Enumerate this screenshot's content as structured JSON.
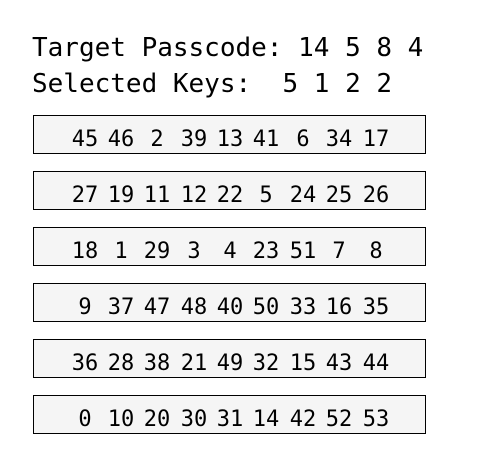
{
  "header": {
    "target_label": "Target Passcode:",
    "target_value": "14 5 8 4",
    "selected_label": "Selected Keys:",
    "selected_value": "5 1 2 2"
  },
  "keypad": {
    "rows": [
      [
        "45",
        "46",
        "2",
        "39",
        "13",
        "41",
        "6",
        "34",
        "17"
      ],
      [
        "27",
        "19",
        "11",
        "12",
        "22",
        "5",
        "24",
        "25",
        "26"
      ],
      [
        "18",
        "1",
        "29",
        "3",
        "4",
        "23",
        "51",
        "7",
        "8"
      ],
      [
        "9",
        "37",
        "47",
        "48",
        "40",
        "50",
        "33",
        "16",
        "35"
      ],
      [
        "36",
        "28",
        "38",
        "21",
        "49",
        "32",
        "15",
        "43",
        "44"
      ],
      [
        "0",
        "10",
        "20",
        "30",
        "31",
        "14",
        "42",
        "52",
        "53"
      ]
    ]
  }
}
